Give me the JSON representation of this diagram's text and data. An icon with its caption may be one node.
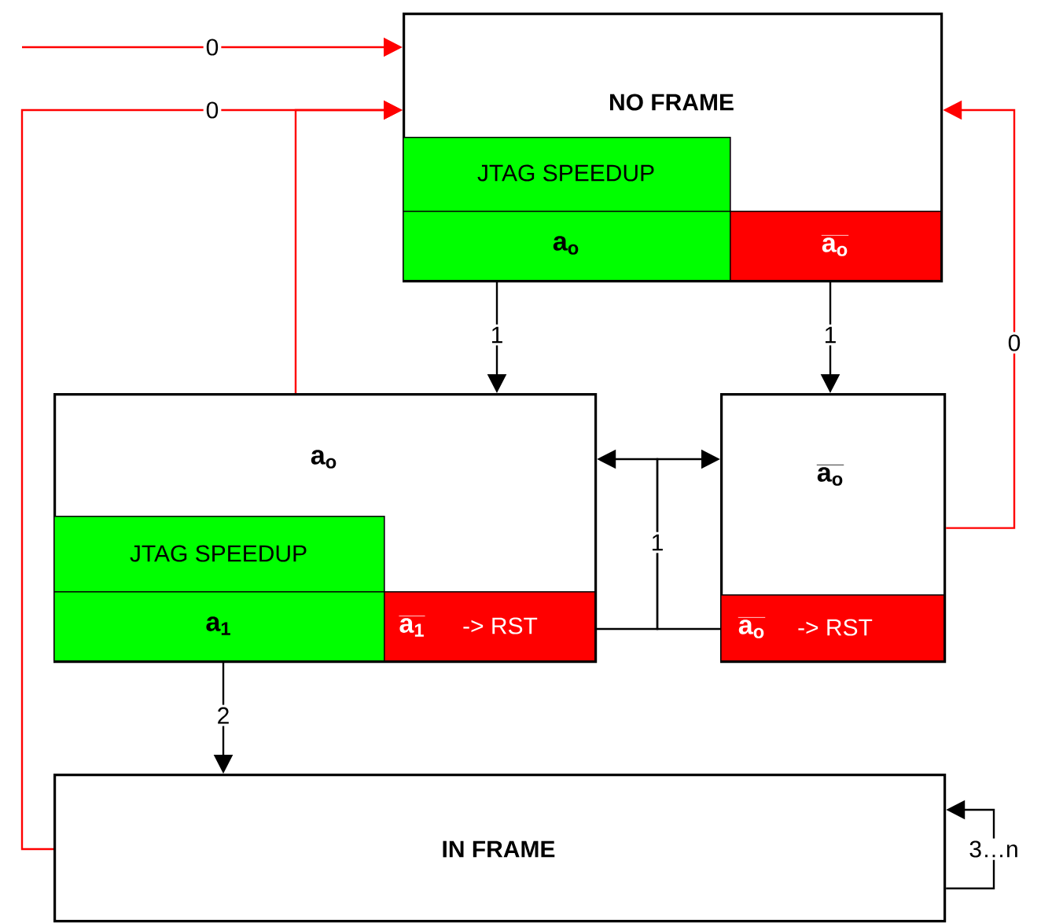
{
  "diagram": {
    "nodes": [
      {
        "text": [
          "NO FRAME"
        ]
      },
      {
        "text": [
          "JTAG SPEEDUP"
        ],
        "in": 0
      },
      {
        "text": [
          "\\mathbf{a}_{\\mathbf{o}}"
        ],
        "in": 0
      },
      {
        "text": [
          "\\overline{\\mathbf{a}_{\\mathbf{o}}}"
        ],
        "in": 0
      },
      {
        "text": [
          "\\mathbf{a}_{\\mathbf{o}}"
        ]
      },
      {
        "text": [
          "JTAG SPEEDUP"
        ],
        "in": 4
      },
      {
        "text": [
          "\\mathbf{a}_{\\mathbf{1}}"
        ],
        "in": 4
      },
      {
        "text": [
          "\\overline{\\mathbf{a}_{\\mathbf{1}}}",
          "->  RST"
        ],
        "in": 4
      },
      {
        "text": [
          "\\overline{\\mathbf{a}_{\\mathbf{o}}}"
        ]
      },
      {
        "text": [
          "\\overline{\\mathbf{a}_{\\mathbf{o}}}",
          "-> RST"
        ],
        "in": 8
      },
      {
        "text": [
          "IN FRAME"
        ]
      }
    ],
    "edges": [
      {
        "from": null,
        "to": 0,
        "arrow": "to",
        "label": "0",
        "color": "#ff0000"
      },
      {
        "from": 10,
        "to": 0,
        "arrow": "to",
        "label": "0",
        "color": "#ff0000"
      },
      {
        "from": 4,
        "to": 0,
        "arrow": "to",
        "color": "#ff0000"
      },
      {
        "from": 8,
        "to": 0,
        "arrow": "to",
        "label": "0",
        "color": "#ff0000"
      },
      {
        "from": 2,
        "to": 4,
        "arrow": "to",
        "label": "1"
      },
      {
        "from": 3,
        "to": 8,
        "arrow": "to",
        "label": "1"
      },
      {
        "from": 7,
        "to": 8,
        "arrow": "to",
        "label": "1"
      },
      {
        "from": 9,
        "to": 4,
        "arrow": "to"
      },
      {
        "from": 6,
        "to": 10,
        "arrow": "to",
        "label": "2"
      },
      {
        "from": 10,
        "to": 10,
        "arrow": "to",
        "label": "3…n"
      }
    ]
  }
}
